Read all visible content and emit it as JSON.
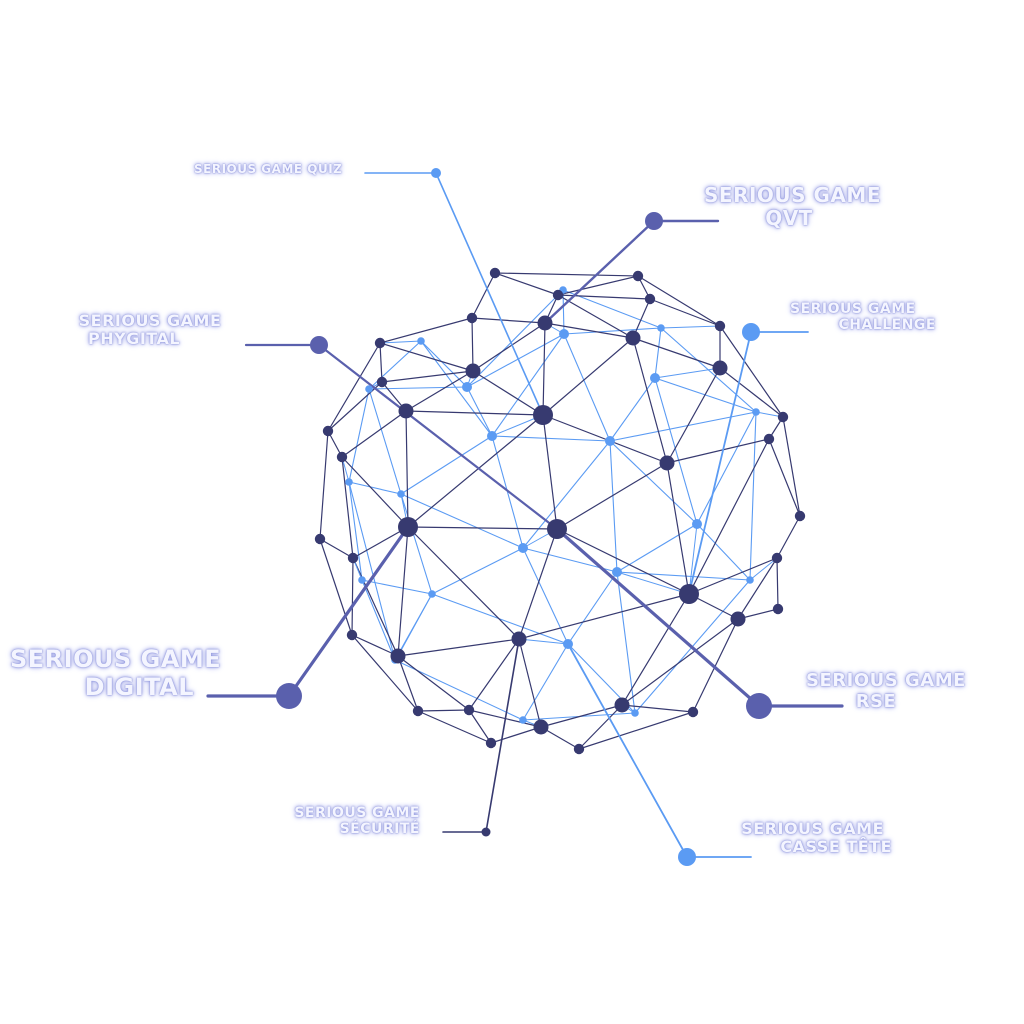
{
  "colors": {
    "dark": "#373a70",
    "mid": "#5a60ad",
    "light": "#5b9bf3"
  },
  "labels": {
    "quiz": [
      "SERIOUS GAME QUIZ"
    ],
    "qvt": [
      "SERIOUS GAME",
      "QVT"
    ],
    "phygital": [
      "SERIOUS GAME",
      "PHYGITAL"
    ],
    "challenge": [
      "SERIOUS GAME",
      "CHALLENGE"
    ],
    "digital": [
      "SERIOUS GAME",
      "DIGITAL"
    ],
    "rse": [
      "SERIOUS GAME",
      "RSE"
    ],
    "securite": [
      "SERIOUS GAME",
      "SÉCURITÉ"
    ],
    "casse_tete": [
      "SERIOUS GAME",
      "CASSE TÊTE"
    ]
  }
}
